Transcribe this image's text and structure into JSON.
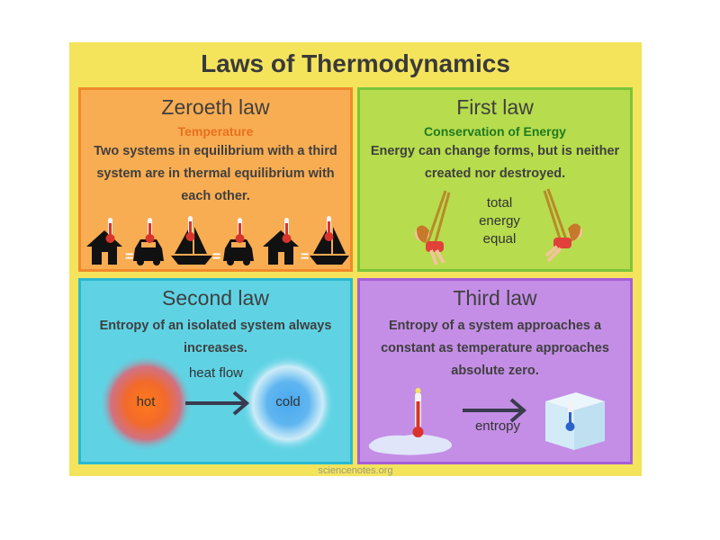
{
  "title": "Laws of Thermodynamics",
  "zeroeth": {
    "heading": "Zeroeth law",
    "subtitle": "Temperature",
    "body": "Two systems in equilibrium with a third system are in thermal equilibrium with each other.",
    "equals": [
      "=",
      "=",
      "="
    ],
    "icons": [
      "house-icon",
      "car-icon",
      "sailboat-icon",
      "car-icon",
      "house-icon",
      "sailboat-icon"
    ]
  },
  "first": {
    "heading": "First law",
    "subtitle": "Conservation of Energy",
    "body": "Energy can change forms, but is neither created nor destroyed.",
    "label_lines": [
      "total",
      "energy",
      "equal"
    ],
    "icons": [
      "swinging-girl-left-icon",
      "swinging-girl-right-icon"
    ]
  },
  "second": {
    "heading": "Second law",
    "body": "Entropy of an isolated system always increases.",
    "hot_label": "hot",
    "cold_label": "cold",
    "arrow_label": "heat flow"
  },
  "third": {
    "heading": "Third law",
    "body": "Entropy of a system approaches a constant as temperature approaches absolute zero.",
    "arrow_label": "entropy",
    "icons": [
      "thermometer-red-icon",
      "ice-cube-thermometer-icon"
    ]
  },
  "credit": "sciencenotes.org",
  "colors": {
    "poster_bg": "#f4e45c",
    "zeroeth_bg": "#f9ad52",
    "first_bg": "#b7dc4d",
    "second_bg": "#5fd3e4",
    "third_bg": "#c48ee6",
    "temperature_text": "#e8701d",
    "conservation_text": "#1f7a1f"
  }
}
